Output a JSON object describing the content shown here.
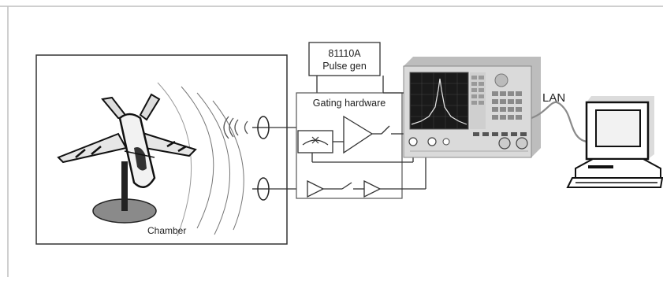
{
  "pulse_generator": {
    "model": "81110A",
    "name": "Pulse gen"
  },
  "gating_hardware": {
    "label": "Gating hardware"
  },
  "network": {
    "label": "LAN"
  },
  "chamber": {
    "label": "Chamber"
  },
  "colors": {
    "line": "#333333",
    "frame": "#bfbfbf",
    "analyzer_body": "#dadada",
    "analyzer_screen": "#1a1a1a",
    "monitor_screen": "#f2f2f2"
  }
}
